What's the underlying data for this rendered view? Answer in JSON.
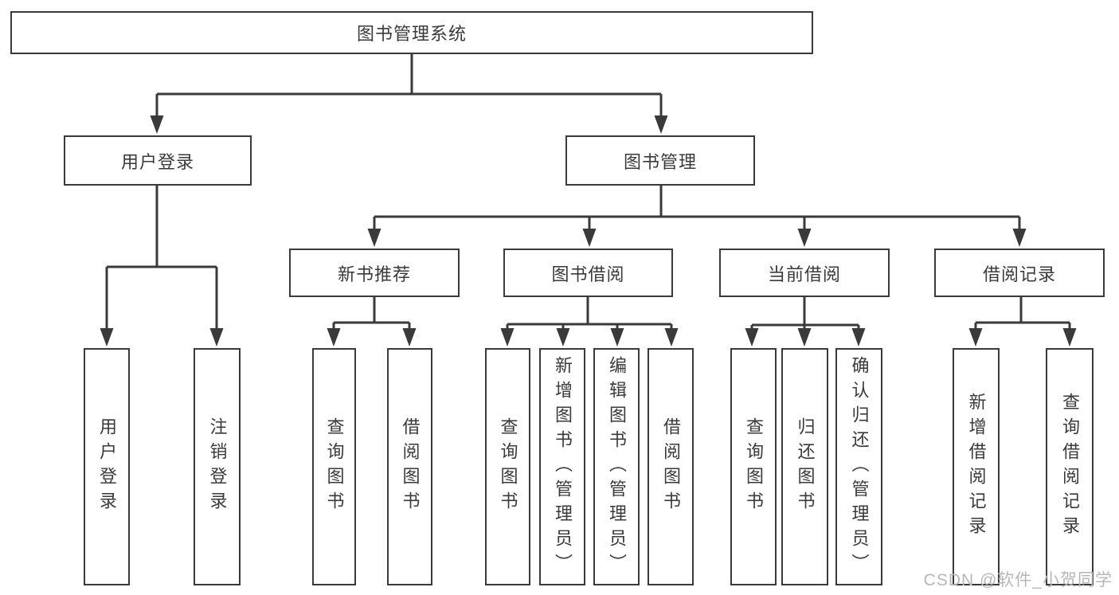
{
  "diagram_title": "图书管理系统",
  "tree": {
    "label": "图书管理系统",
    "children": [
      {
        "label": "用户登录",
        "children": [
          {
            "label": "用户登录"
          },
          {
            "label": "注销登录"
          }
        ]
      },
      {
        "label": "图书管理",
        "children": [
          {
            "label": "新书推荐",
            "children": [
              {
                "label": "查询图书"
              },
              {
                "label": "借阅图书"
              }
            ]
          },
          {
            "label": "图书借阅",
            "children": [
              {
                "label": "查询图书"
              },
              {
                "label": "新增图书（管理员）"
              },
              {
                "label": "编辑图书（管理员）"
              },
              {
                "label": "借阅图书"
              }
            ]
          },
          {
            "label": "当前借阅",
            "children": [
              {
                "label": "查询图书"
              },
              {
                "label": "归还图书"
              },
              {
                "label": "确认归还（管理员）"
              }
            ]
          },
          {
            "label": "借阅记录",
            "children": [
              {
                "label": "新增借阅记录"
              },
              {
                "label": "查询借阅记录"
              }
            ]
          }
        ]
      }
    ]
  },
  "watermark": {
    "text": "CSDN @软件_小贺同学"
  },
  "colors": {
    "line": "#3a3a3a",
    "box_border": "#3a3a3a",
    "box_background": "#ffffff",
    "text": "#3a3a3a",
    "watermark_text": "#b7b7b7",
    "page_background": "#ffffff"
  }
}
